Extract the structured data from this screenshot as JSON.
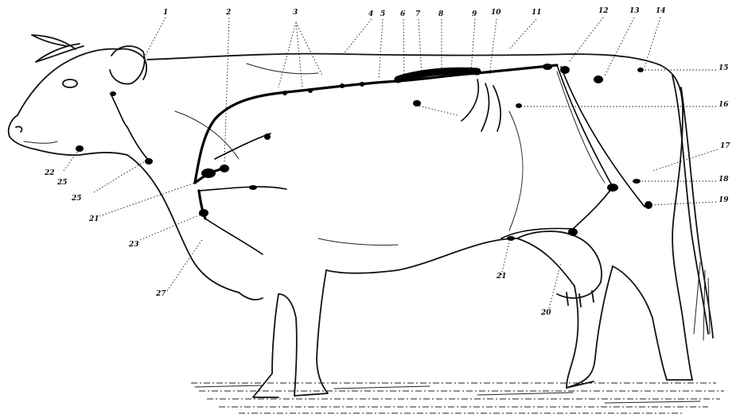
{
  "labels": [
    {
      "id": "l1",
      "text": "1"
    },
    {
      "id": "l2",
      "text": "2"
    },
    {
      "id": "l3",
      "text": "3"
    },
    {
      "id": "l4",
      "text": "4"
    },
    {
      "id": "l5",
      "text": "5"
    },
    {
      "id": "l6",
      "text": "6"
    },
    {
      "id": "l7",
      "text": "7"
    },
    {
      "id": "l8",
      "text": "8"
    },
    {
      "id": "l9",
      "text": "9"
    },
    {
      "id": "l10",
      "text": "10"
    },
    {
      "id": "l11",
      "text": "11"
    },
    {
      "id": "l12",
      "text": "12"
    },
    {
      "id": "l13",
      "text": "13"
    },
    {
      "id": "l14",
      "text": "14"
    },
    {
      "id": "l15",
      "text": "15"
    },
    {
      "id": "l16",
      "text": "16"
    },
    {
      "id": "l17",
      "text": "17"
    },
    {
      "id": "l18",
      "text": "18"
    },
    {
      "id": "l19",
      "text": "19"
    },
    {
      "id": "l20",
      "text": "20"
    },
    {
      "id": "l21a",
      "text": "21"
    },
    {
      "id": "l21b",
      "text": "21"
    },
    {
      "id": "l22",
      "text": "22"
    },
    {
      "id": "l23",
      "text": "23"
    },
    {
      "id": "l25a",
      "text": "25"
    },
    {
      "id": "l25b",
      "text": "25"
    },
    {
      "id": "l27",
      "text": "27"
    }
  ]
}
